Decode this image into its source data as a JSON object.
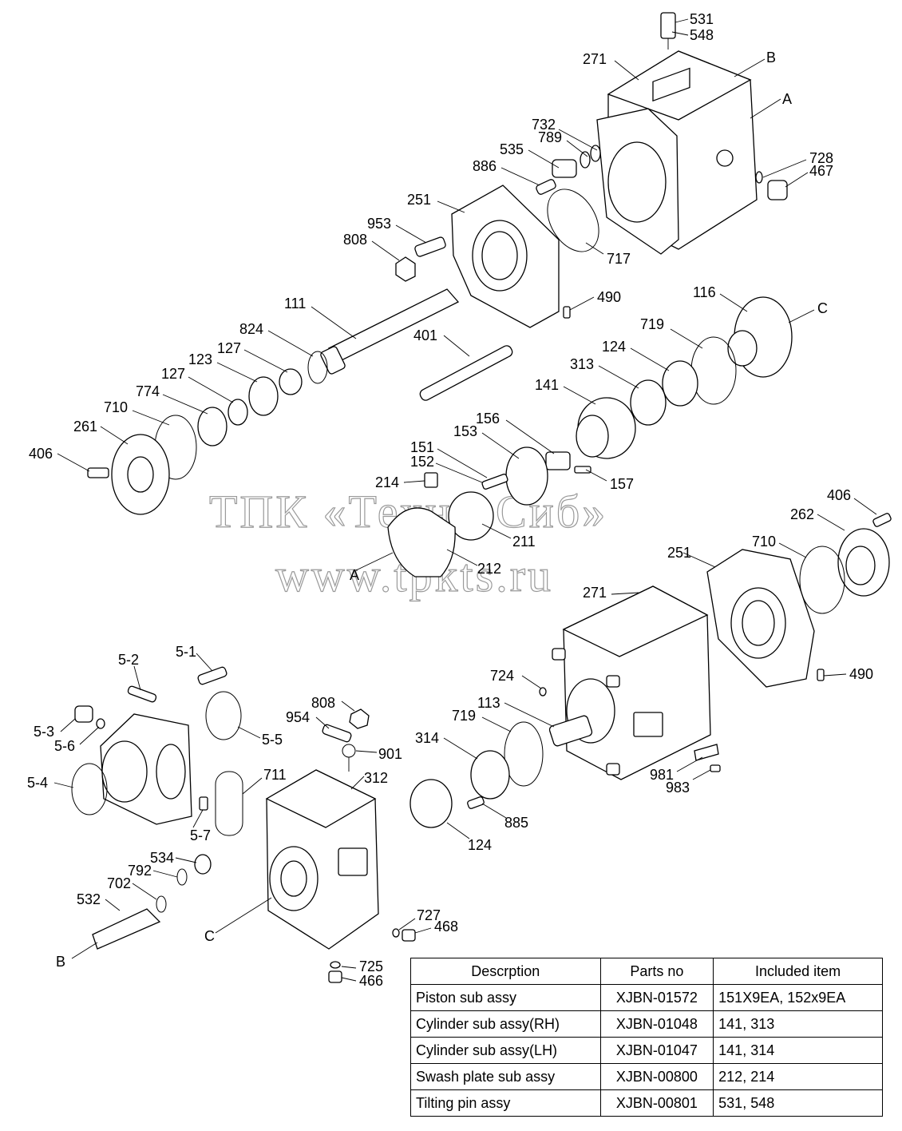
{
  "watermark": {
    "line1": "ТПК «Техно-Сиб»",
    "line2": "www.tpkts.ru"
  },
  "callouts": {
    "c531": "531",
    "c548": "548",
    "c271a": "271",
    "cBtop": "B",
    "cAtop": "A",
    "c732": "732",
    "c789": "789",
    "c535": "535",
    "c886": "886",
    "c728": "728",
    "c467": "467",
    "c251a": "251",
    "c953": "953",
    "c808a": "808",
    "c717": "717",
    "c490a": "490",
    "c111": "111",
    "c824": "824",
    "c127a": "127",
    "c123": "123",
    "c127b": "127",
    "c774": "774",
    "c710a": "710",
    "c261": "261",
    "c406a": "406",
    "c401": "401",
    "c116": "116",
    "cCtop": "C",
    "c719a": "719",
    "c124a": "124",
    "c313": "313",
    "c141": "141",
    "c156": "156",
    "c153": "153",
    "c151": "151",
    "c152": "152",
    "c214": "214",
    "c157": "157",
    "c211": "211",
    "c212": "212",
    "cAmid": "A",
    "c406b": "406",
    "c262": "262",
    "c710b": "710",
    "c251b": "251",
    "c271b": "271",
    "c490b": "490",
    "c724": "724",
    "c113": "113",
    "c719b": "719",
    "c314": "314",
    "c981": "981",
    "c983": "983",
    "c885": "885",
    "c124b": "124",
    "c5_1": "5-1",
    "c5_2": "5-2",
    "c5_3": "5-3",
    "c5_6": "5-6",
    "c5_5": "5-5",
    "c5_4": "5-4",
    "c5_7": "5-7",
    "c808b": "808",
    "c954": "954",
    "c901": "901",
    "c711": "711",
    "c312": "312",
    "c534": "534",
    "c792": "792",
    "c702": "702",
    "c532": "532",
    "cBbot": "B",
    "cCbot": "C",
    "c727": "727",
    "c468": "468",
    "c725": "725",
    "c466": "466"
  },
  "table": {
    "headers": [
      "Descrption",
      "Parts no",
      "Included item"
    ],
    "rows": [
      [
        "Piston sub assy",
        "XJBN-01572",
        "151X9EA, 152x9EA"
      ],
      [
        "Cylinder sub assy(RH)",
        "XJBN-01048",
        "141, 313"
      ],
      [
        "Cylinder sub assy(LH)",
        "XJBN-01047",
        "141, 314"
      ],
      [
        "Swash plate sub assy",
        "XJBN-00800",
        "212, 214"
      ],
      [
        "Tilting pin assy",
        "XJBN-00801",
        "531, 548"
      ]
    ]
  }
}
